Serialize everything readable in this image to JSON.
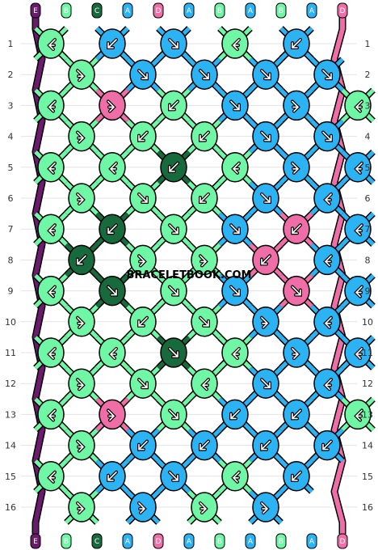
{
  "watermark": "BRACELETBOOK.COM",
  "strings": [
    "E",
    "B",
    "C",
    "A",
    "D",
    "A",
    "B",
    "A",
    "B",
    "A",
    "D"
  ],
  "colors": {
    "E": "#6b1a6e",
    "B": "#70f7a5",
    "C": "#176a3c",
    "A": "#2cb3f4",
    "D": "#ef6ea7"
  },
  "arrow_icons": {
    "f": "arrow-down-right-icon",
    "b": "arrow-down-left-icon",
    "fb": "arrow-right-then-down-icon",
    "bf": "arrow-left-then-down-icon"
  },
  "rows": [
    "1",
    "2",
    "3",
    "4",
    "5",
    "6",
    "7",
    "8",
    "9",
    "10",
    "11",
    "12",
    "13",
    "14",
    "15",
    "16"
  ],
  "knots": [
    [
      "B|bf",
      "A|b",
      "A|f",
      "B|bf",
      "A|b"
    ],
    [
      "B|fb",
      "A|f",
      "A|f",
      "A|f",
      "A|f"
    ],
    [
      "B|bf",
      "D|fb",
      "B|b",
      "A|f",
      "A|fb",
      "B|bf"
    ],
    [
      "B|fb",
      "B|b",
      "B|b",
      "A|f",
      "A|f"
    ],
    [
      "B|bf",
      "B|bf",
      "C|b",
      "B|bf",
      "A|fb",
      "A|bf"
    ],
    [
      "B|fb",
      "B|f",
      "B|b",
      "A|f",
      "A|bf"
    ],
    [
      "B|bf",
      "C|b",
      "B|f",
      "A|f",
      "D|b",
      "A|bf"
    ],
    [
      "C|b",
      "B|fb",
      "B|fb",
      "D|b",
      "A|bf"
    ],
    [
      "B|bf",
      "C|f",
      "B|f",
      "A|f",
      "D|f",
      "A|bf"
    ],
    [
      "B|fb",
      "B|b",
      "B|f",
      "A|fb",
      "A|bf"
    ],
    [
      "B|bf",
      "B|bf",
      "C|f",
      "B|bf",
      "A|fb",
      "A|bf"
    ],
    [
      "B|fb",
      "B|f",
      "B|bf",
      "A|f",
      "A|bf"
    ],
    [
      "B|bf",
      "D|fb",
      "B|f",
      "A|b",
      "A|b",
      "B|bf"
    ],
    [
      "B|fb",
      "A|b",
      "A|b",
      "A|b",
      "A|b"
    ],
    [
      "B|bf",
      "A|b",
      "A|f",
      "B|bf",
      "A|b"
    ],
    [
      "B|fb",
      "A|fb",
      "B|fb",
      "A|fb"
    ]
  ]
}
